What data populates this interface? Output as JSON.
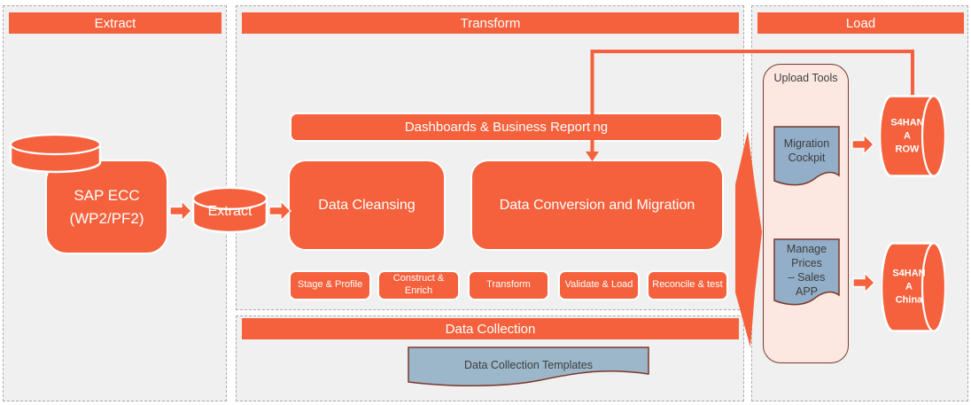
{
  "colors": {
    "accent_orange": "#f5613c",
    "section_panel_gray": "#f0f0f0",
    "upload_tools_pink": "#fce8e1",
    "document_blue": "#92aec8",
    "document_border_maroon": "#7b382b"
  },
  "extract": {
    "header": "Extract",
    "sap_box_label": "SAP ECC (WP2/PF2)",
    "staging_cylinder_label": "Extract"
  },
  "transform": {
    "header": "Transform",
    "dashboards_bar_label": "Dashboards & Business Reporting",
    "cleansing_label": "Data Cleansing",
    "conversion_label": "Data Conversion and Migration",
    "steps": [
      {
        "label": "Stage & Profile"
      },
      {
        "label": "Construct & Enrich"
      },
      {
        "label": "Transform"
      },
      {
        "label": "Validate & Load"
      },
      {
        "label": "Reconcile & test"
      }
    ]
  },
  "data_collection": {
    "header": "Data Collection",
    "templates_label": "Data Collection Templates"
  },
  "load": {
    "header": "Load",
    "upload_tools_title": "Upload Tools",
    "migration_cockpit_label": "Migration Cockpit",
    "manage_prices_lines": [
      "Manage",
      "Prices",
      "– Sales",
      "APP"
    ],
    "row_cylinder_lines": [
      "S4HAN",
      "A",
      "ROW"
    ],
    "china_cylinder_lines": [
      "S4HAN",
      "A",
      "China"
    ]
  }
}
